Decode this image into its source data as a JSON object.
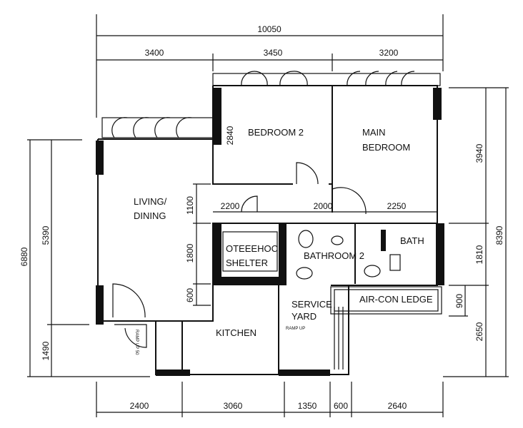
{
  "dimensions": {
    "top_total": "10050",
    "top": [
      "3400",
      "3450",
      "3200"
    ],
    "middle": [
      "2200",
      "2000",
      "2250"
    ],
    "bottom": [
      "2400",
      "3060",
      "1350",
      "600",
      "2640"
    ],
    "left_outer": "6880",
    "left_inner": [
      "5390",
      "1490"
    ],
    "inner_vertical": [
      "1100",
      "1800",
      "600"
    ],
    "bedroom2_depth": "2840",
    "right_inner": [
      "3940",
      "1810",
      "2650"
    ],
    "right_outer": "8390",
    "ledge_depth": "900"
  },
  "rooms": {
    "bedroom2": "BEDROOM 2",
    "main_bedroom": [
      "MAIN",
      "BEDROOM"
    ],
    "living": [
      "LIVING/",
      "DINING"
    ],
    "shelter": [
      "OTEEEHOCI",
      "SHELTER"
    ],
    "bath2": "BATHROOM 2",
    "master_bath": "BATH",
    "aircon": "AIR-CON LEDGE",
    "service_yard": [
      "SERVICE",
      "YARD"
    ],
    "kitchen": "KITCHEN",
    "ramp_entry": "RAMP UP 50",
    "ramp_yard": "RAMP UP"
  }
}
